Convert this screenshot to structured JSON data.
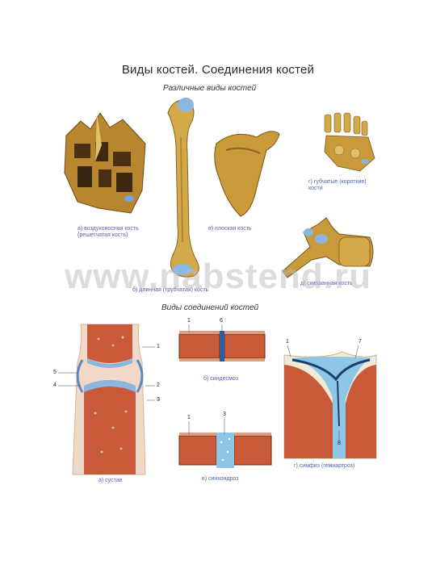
{
  "title": "Виды костей. Соединения костей",
  "section_bones": "Различные виды костей",
  "section_joints": "Виды соединений костей",
  "bones": {
    "pneumatic": [
      "а) воздухоносная кость",
      "(решетчатая кость)"
    ],
    "long": "б) длинная (трубчатая) кость",
    "flat": "в) плоская кость",
    "short": [
      "г) губчатые (короткие)",
      "кости"
    ],
    "mixed": "д) смешанная кость"
  },
  "joints": {
    "joint": "а) сустав",
    "syndesmosis": "б) синдесмоз",
    "synchondrosis": "в) синхондроз",
    "symphysis": "г) симфиз (гемиартроз)"
  },
  "numbers": {
    "n1": "1",
    "n2": "2",
    "n3": "3",
    "n4": "4",
    "n5": "5",
    "n6": "6",
    "n7": "7",
    "n8": "8"
  },
  "watermark": "www.nabstend.ru",
  "colors": {
    "bone": "#c99a3a",
    "bone_light": "#e2bf6a",
    "cartilage": "#6fa8d8",
    "marrow": "#b8432c",
    "label": "#5860b0"
  }
}
